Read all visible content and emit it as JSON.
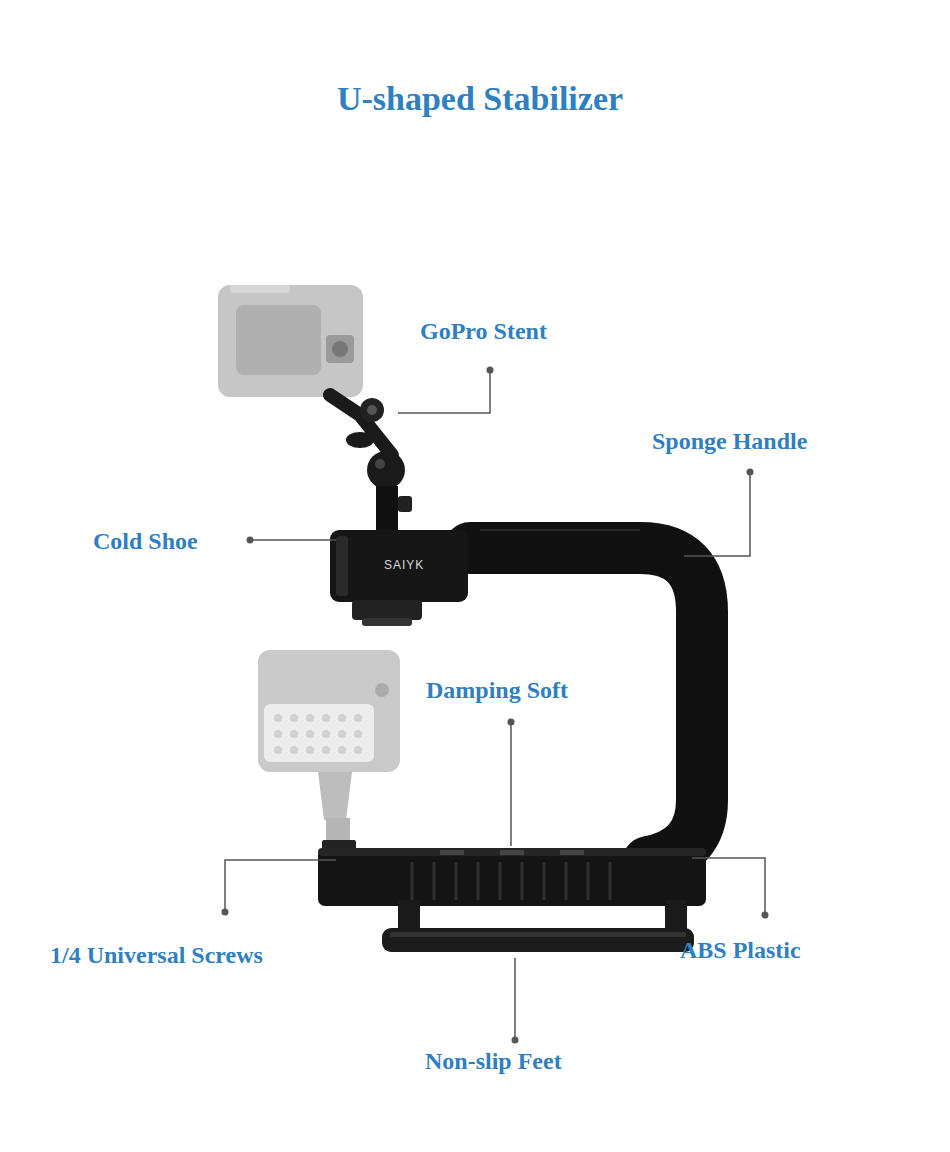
{
  "diagram": {
    "title": "U-shaped Stabilizer",
    "labels": [
      "GoPro Stent",
      "Sponge Handle",
      "Cold Shoe",
      "SAIYK",
      "Damping Soft",
      "1/4 Universal Screws",
      "ABS Plastic",
      "Non-slip Feet"
    ]
  }
}
